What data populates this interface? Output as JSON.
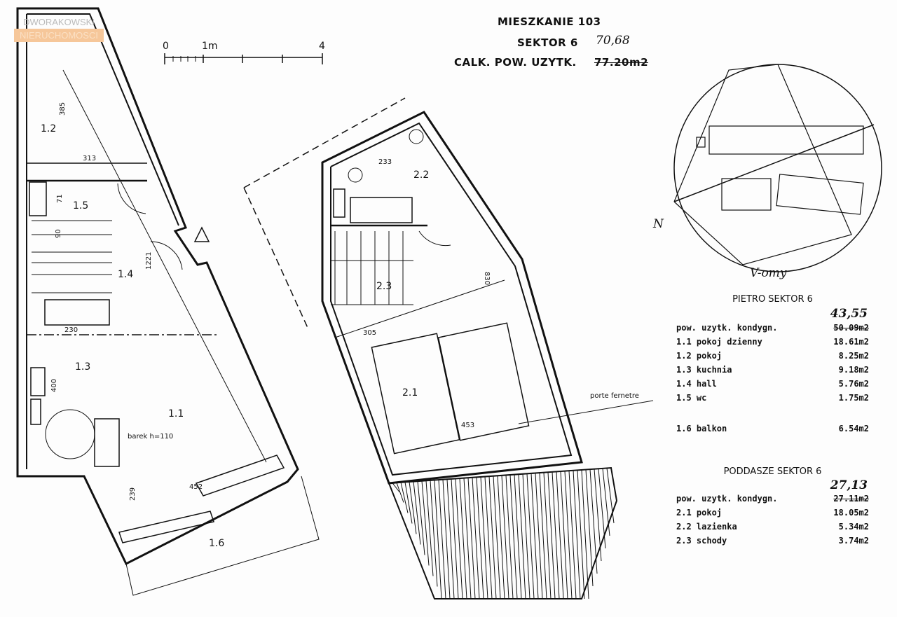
{
  "header": {
    "title": "MIESZKANIE 103",
    "sector": "SEKTOR 6",
    "sector_handwritten": "70,68",
    "total_label": "CALK. POW. UZYTK.",
    "total_value": "77.20m2"
  },
  "logo": {
    "line1": "DWORAKOWSKI",
    "line2": "NIERUCHOMOSCI"
  },
  "scale": {
    "t0": "0",
    "t1": "1m",
    "t4": "4"
  },
  "plan_labels": {
    "r12": "1.2",
    "r15": "1.5",
    "r14": "1.4",
    "r13": "1.3",
    "r11": "1.1",
    "r16": "1.6",
    "r21": "2.1",
    "r22": "2.2",
    "r23": "2.3",
    "d385": "385",
    "d313": "313",
    "d71": "71",
    "d90": "90",
    "d1221": "1221",
    "d230": "230",
    "d400": "400",
    "d239": "239",
    "d452": "452",
    "d233": "233",
    "d830": "830",
    "d305": "305",
    "d453": "453",
    "barek": "barek h=110",
    "porte": "porte fernetre"
  },
  "compass": {
    "signature": "V-omy",
    "north": "N"
  },
  "pietro": {
    "title": "PIETRO SEKTOR 6",
    "handwritten": "43,55",
    "total_label": "pow. uzytk. kondygn.",
    "total_value": "50.09m2",
    "rooms": [
      {
        "name": "1.1 pokoj dzienny",
        "area": "18.61m2"
      },
      {
        "name": "1.2 pokoj",
        "area": "8.25m2"
      },
      {
        "name": "1.3 kuchnia",
        "area": "9.18m2"
      },
      {
        "name": "1.4 hall",
        "area": "5.76m2"
      },
      {
        "name": "1.5 wc",
        "area": "1.75m2"
      }
    ],
    "balcony": {
      "name": "1.6 balkon",
      "area": "6.54m2"
    }
  },
  "poddasze": {
    "title": "PODDASZE SEKTOR 6",
    "handwritten": "27,13",
    "total_label": "pow. uzytk. kondygn.",
    "total_value": "27.11m2",
    "rooms": [
      {
        "name": "2.1 pokoj",
        "area": "18.05m2"
      },
      {
        "name": "2.2 lazienka",
        "area": "5.34m2"
      },
      {
        "name": "2.3 schody",
        "area": "3.74m2"
      }
    ]
  }
}
